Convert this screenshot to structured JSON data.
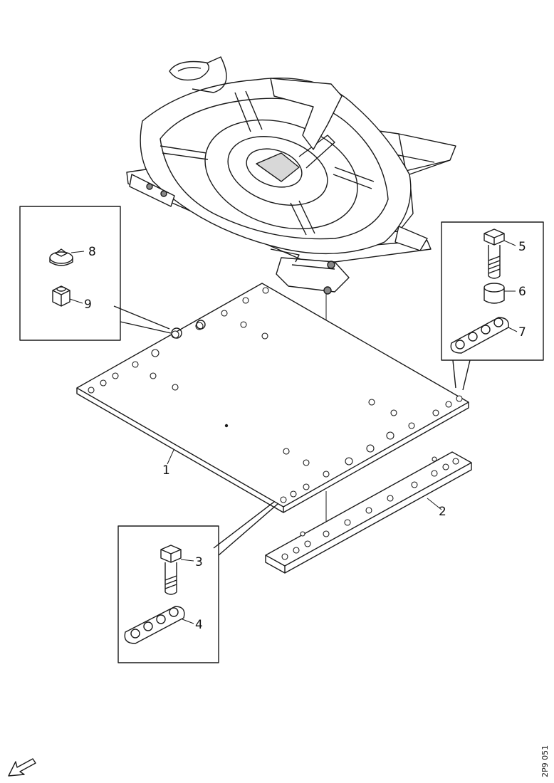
{
  "callouts": {
    "plate": "1",
    "strip": "2",
    "bolt_lower": "3",
    "clamp_lower": "4",
    "bolt_upper": "5",
    "spacer": "6",
    "clamp_upper": "7",
    "nut": "8",
    "cap_nut": "9"
  },
  "drawing_number": "2P9 051",
  "colors": {
    "line": "#1a1a1a",
    "fill": "#ffffff",
    "shade": "#9a9a9a"
  }
}
